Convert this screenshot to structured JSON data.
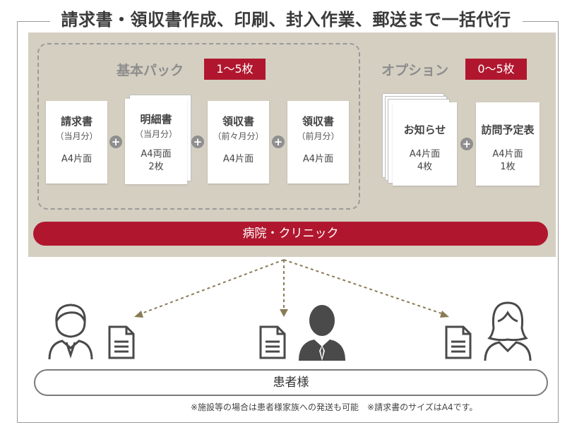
{
  "title": "請求書・領収書作成、印刷、封入作業、郵送まで一括代行",
  "basic_pack": {
    "label": "基本パック",
    "count_badge": "1～5枚",
    "items": [
      {
        "name": "請求書",
        "sub": "（当月分）",
        "size": "A4片面",
        "pages": ""
      },
      {
        "name": "明細書",
        "sub": "（当月分）",
        "size": "A4両面",
        "pages": "2枚"
      },
      {
        "name": "領収書",
        "sub": "（前々月分）",
        "size": "A4片面",
        "pages": ""
      },
      {
        "name": "領収書",
        "sub": "（前月分）",
        "size": "A4片面",
        "pages": ""
      }
    ]
  },
  "option": {
    "label": "オプション",
    "count_badge": "0～5枚",
    "items": [
      {
        "name": "お知らせ",
        "size": "A4片面",
        "pages": "4枚"
      },
      {
        "name": "訪問予定表",
        "size": "A4片面",
        "pages": "1枚"
      }
    ]
  },
  "plus_symbol": "+",
  "clinic_banner": "病院・クリニック",
  "patient_bar": "患者様",
  "footnote": "※施設等の場合は患者様家族への発送も可能　※請求書のサイズはA4です。",
  "colors": {
    "accent": "#b0172e",
    "panel": "#d4cfc1",
    "icon": "#4a4a4a"
  },
  "icons": [
    "plus-icon",
    "document-icon",
    "person-icon",
    "arrow-icon"
  ]
}
